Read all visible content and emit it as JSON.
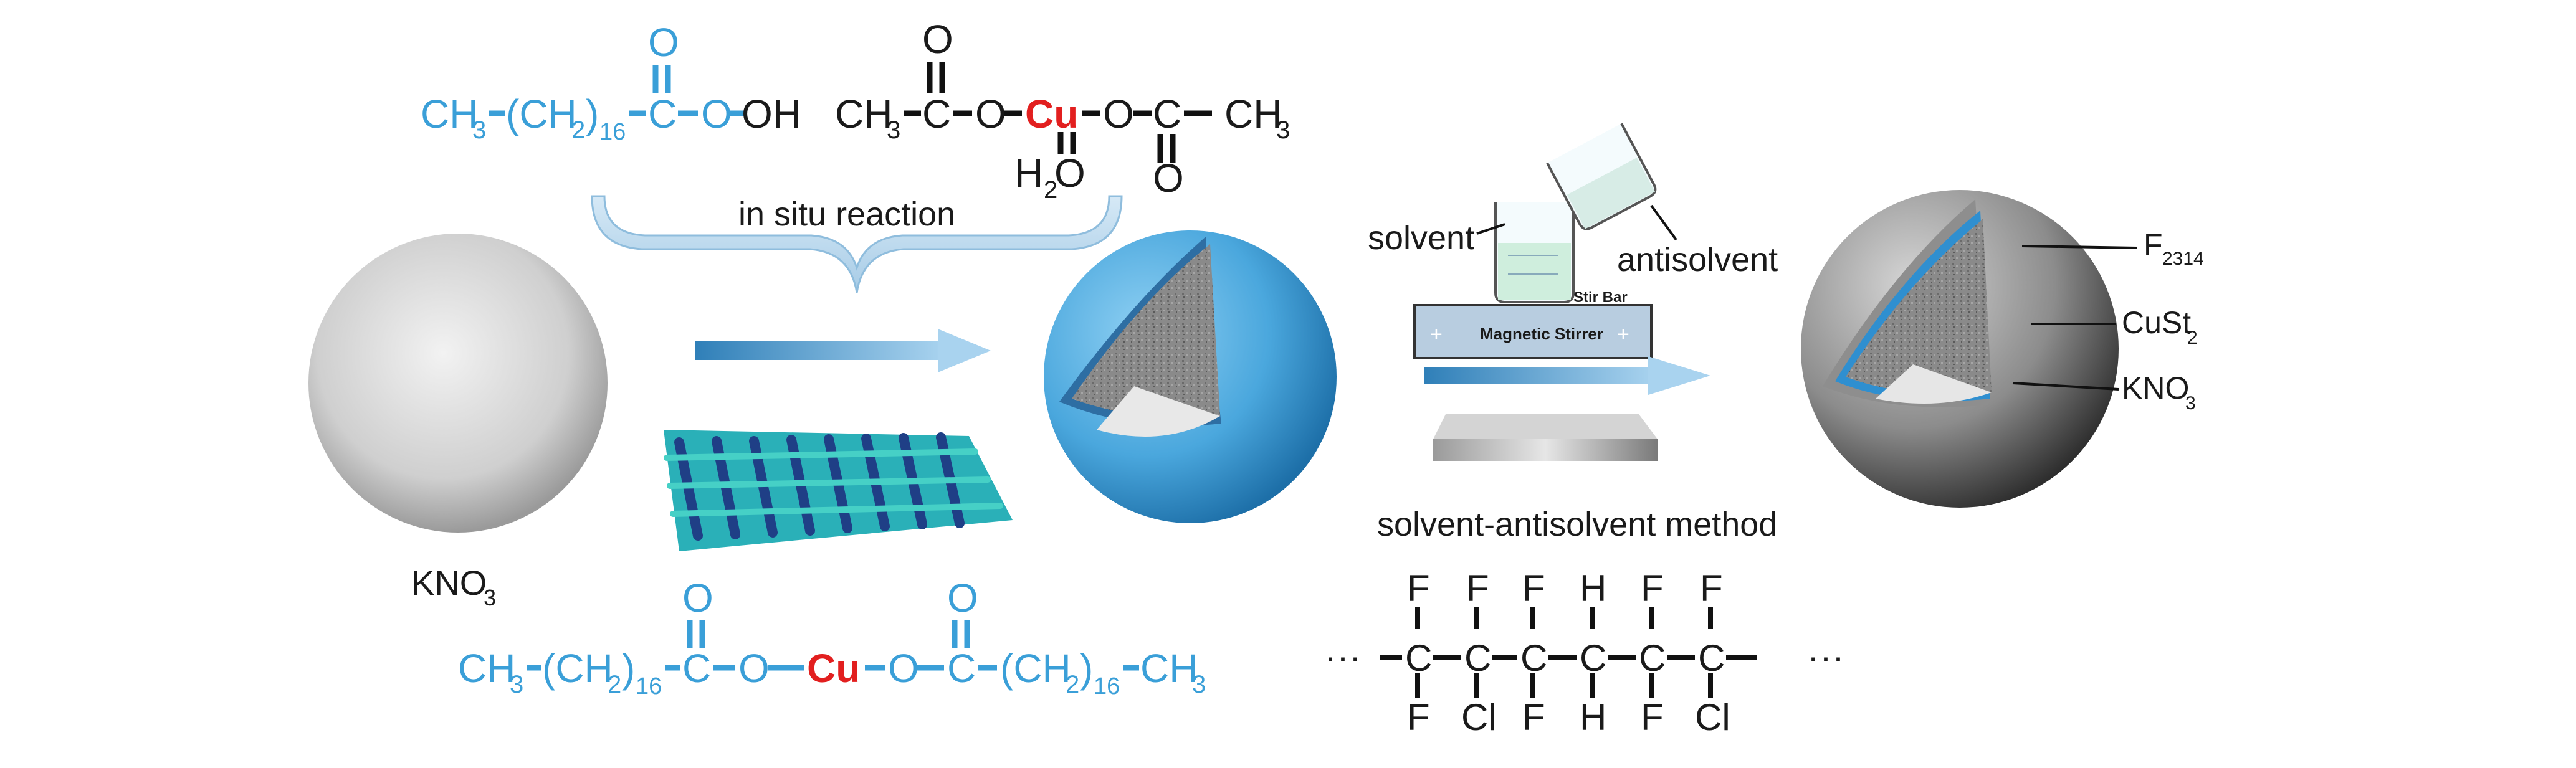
{
  "colors": {
    "stearic_blue": "#3a9fd8",
    "copper_red": "#e21f1f",
    "shell_blue": "#4aa7dd",
    "text": "#1a1a1a"
  },
  "labels": {
    "in_situ": "in situ reaction",
    "kno3": "KNO",
    "kno3_sub": "3",
    "solvent": "solvent",
    "antisolvent": "antisolvent",
    "stir_bar": "Stir Bar",
    "magnetic_stirrer": "Magnetic Stirrer",
    "method": "solvent-antisolvent method",
    "f2314": "F",
    "f2314_sub": "2314",
    "cust2": "CuSt",
    "cust2_sub": "2",
    "kno3_layer": "KNO",
    "kno3_layer_sub": "3"
  },
  "formulas": {
    "stearic": {
      "ch3": "CH",
      "sub3": "3",
      "ch2": "(CH",
      "ch2_close": ")",
      "sub2": "2",
      "n16": "16",
      "c": "C",
      "o": "O",
      "oh": "OH"
    },
    "copper_acetate": {
      "ch3": "CH",
      "sub3": "3",
      "c": "C",
      "o": "O",
      "cu": "Cu",
      "h2o": "H",
      "h2o_sub": "2",
      "h2o_o": "O"
    },
    "copper_stearate": {
      "ch3": "CH",
      "sub3": "3",
      "ch2": "(CH",
      "ch2_close": ")",
      "sub2": "2",
      "n16": "16",
      "c": "C",
      "o": "O",
      "cu": "Cu"
    },
    "f2314_polymer": {
      "dots": "···",
      "c": "C",
      "f": "F",
      "cl": "Cl",
      "h": "H"
    }
  },
  "icons": [
    "kno3-particle-sphere",
    "fabric-mesh-icon",
    "core-shell-sphere",
    "beaker-icon",
    "magnetic-stirrer-icon",
    "film-slab-icon",
    "core-double-shell-sphere"
  ]
}
